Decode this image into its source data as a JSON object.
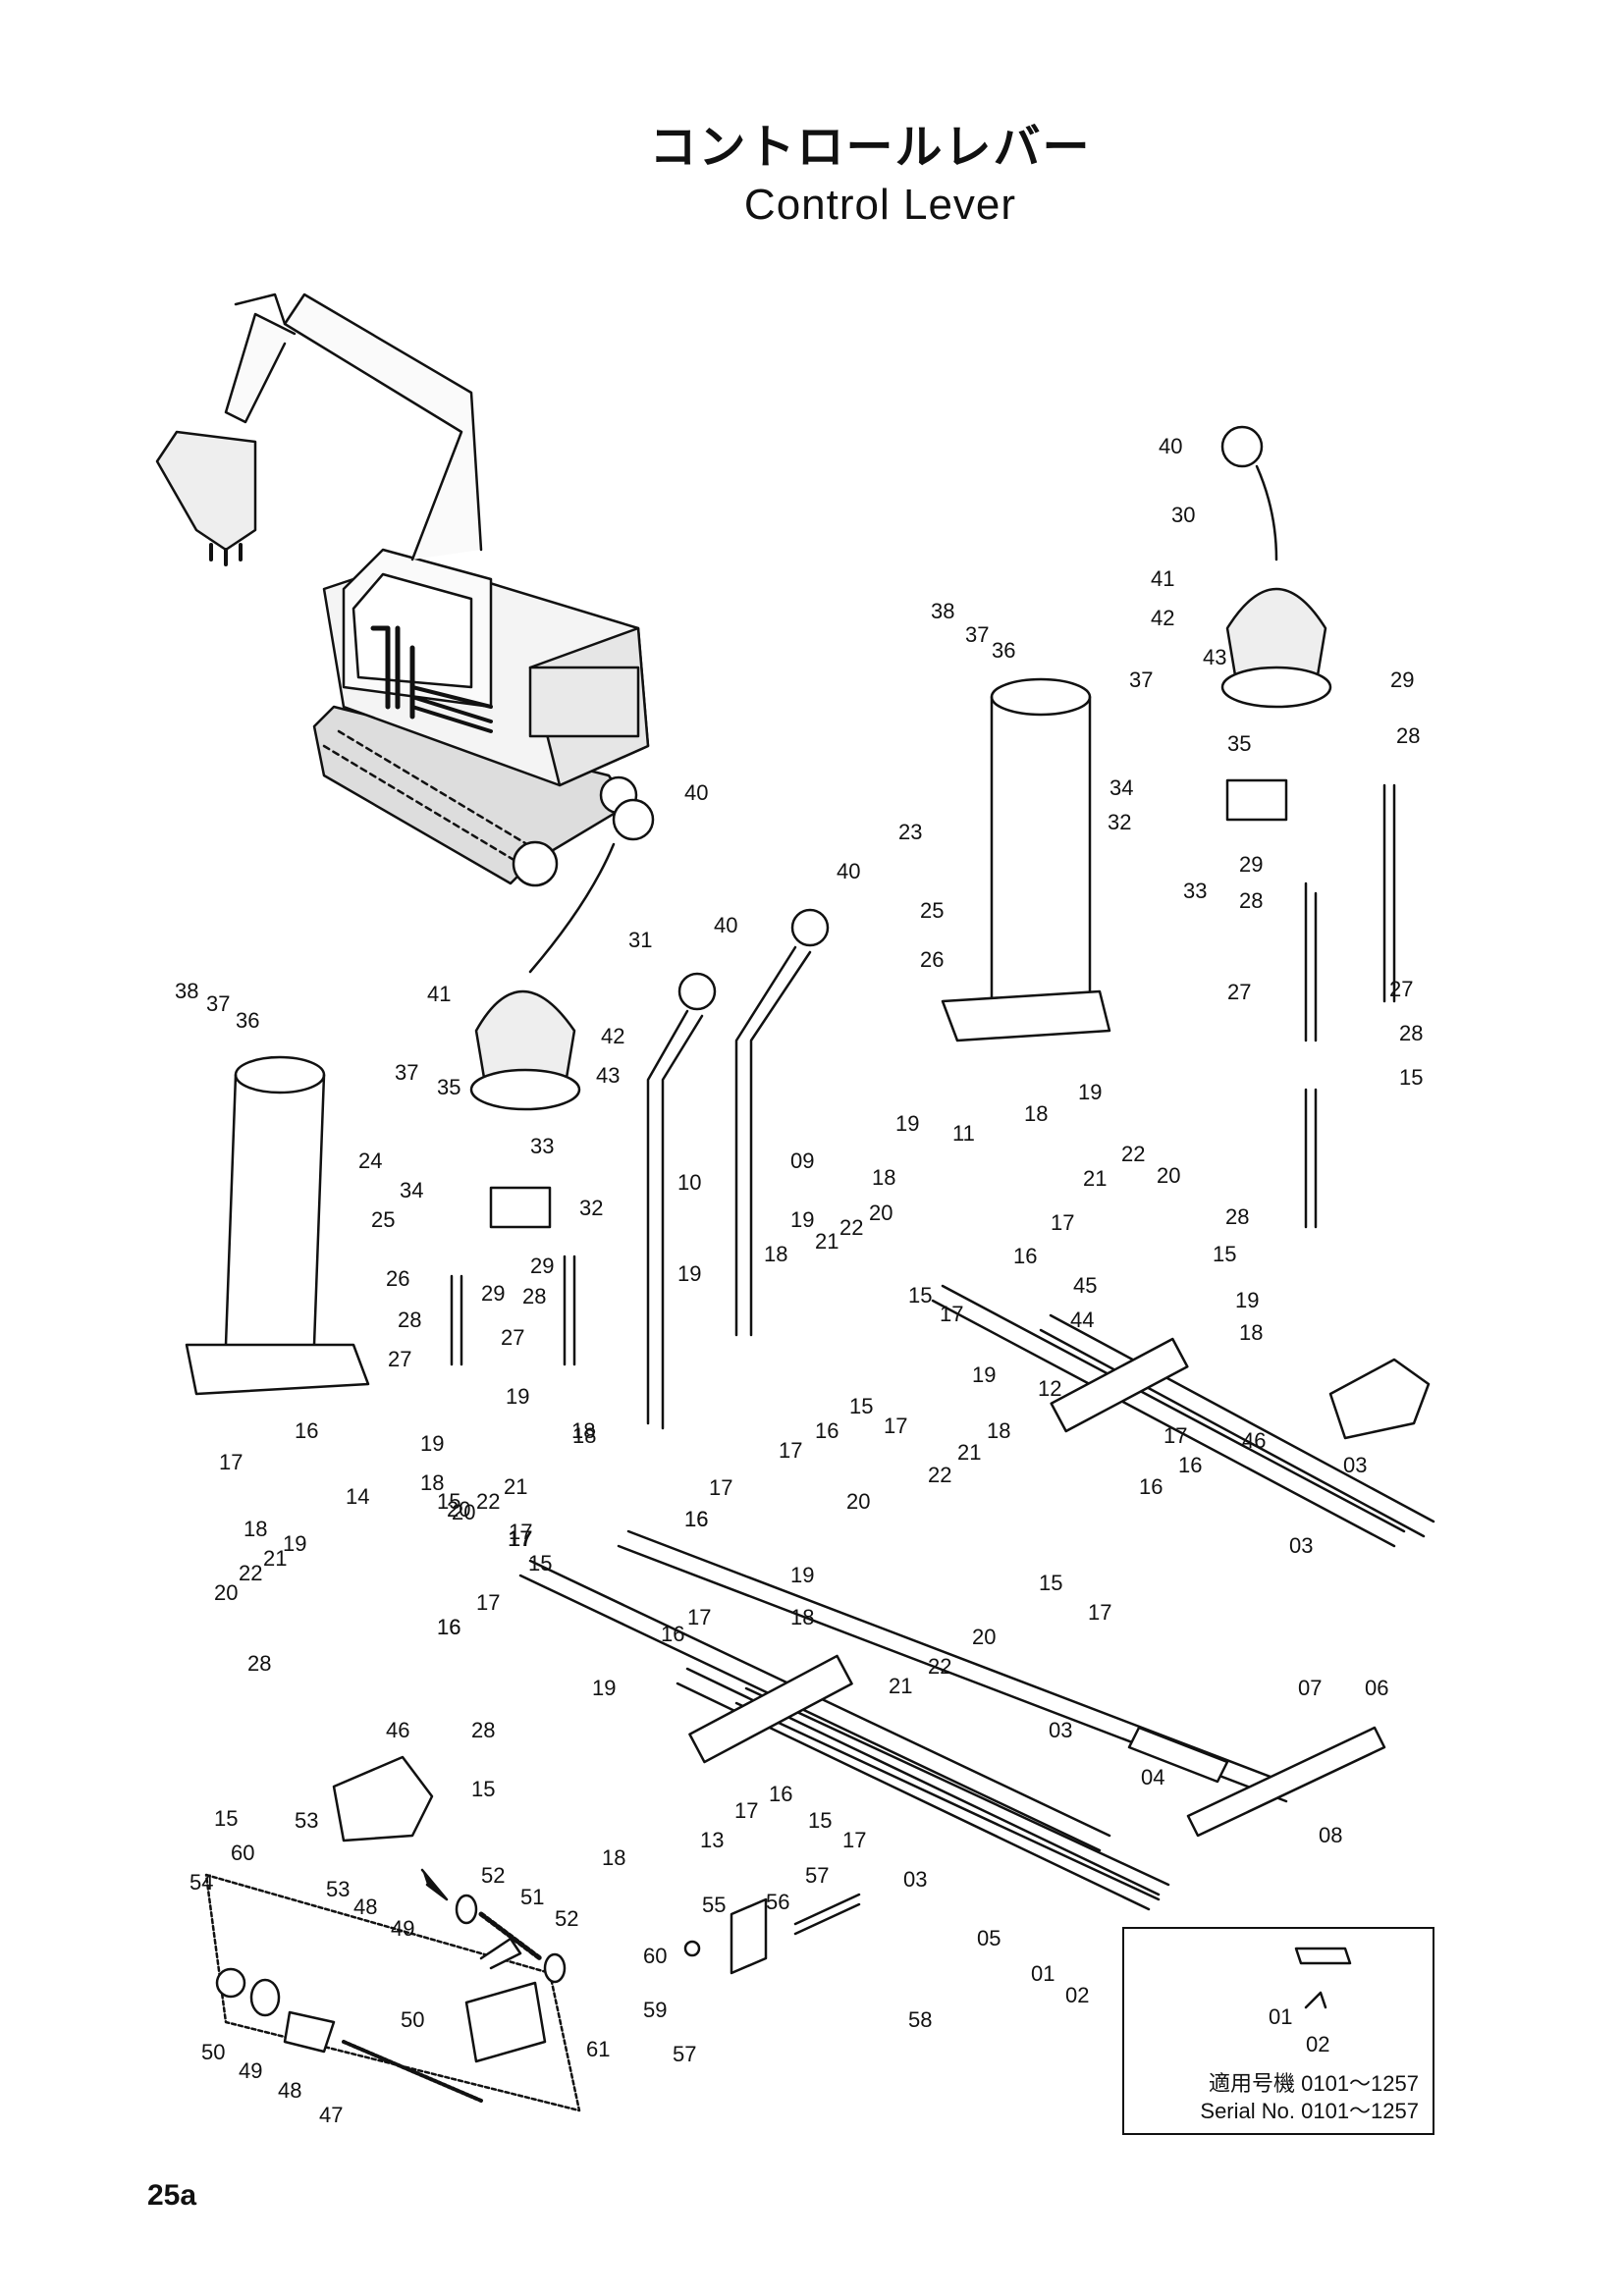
{
  "title": {
    "japanese": "コントロールレバー",
    "english": "Control Lever"
  },
  "callouts": [
    {
      "id": "c-40a",
      "text": "40"
    },
    {
      "id": "c-30",
      "text": "30"
    },
    {
      "id": "c-41a",
      "text": "41"
    },
    {
      "id": "c-42a",
      "text": "42"
    },
    {
      "id": "c-43a",
      "text": "43"
    },
    {
      "id": "c-29a",
      "text": "29"
    },
    {
      "id": "c-28a",
      "text": "28"
    },
    {
      "id": "c-35a",
      "text": "35"
    },
    {
      "id": "c-37a",
      "text": "37"
    },
    {
      "id": "c-34a",
      "text": "34"
    },
    {
      "id": "c-32a",
      "text": "32"
    },
    {
      "id": "c-29b",
      "text": "29"
    },
    {
      "id": "c-33a",
      "text": "33"
    },
    {
      "id": "c-28b",
      "text": "28"
    },
    {
      "id": "c-38a",
      "text": "38"
    },
    {
      "id": "c-37b",
      "text": "37"
    },
    {
      "id": "c-36a",
      "text": "36"
    },
    {
      "id": "c-23",
      "text": "23"
    },
    {
      "id": "c-25a",
      "text": "25"
    },
    {
      "id": "c-26a",
      "text": "26"
    },
    {
      "id": "c-27a",
      "text": "27"
    },
    {
      "id": "c-27b",
      "text": "27"
    },
    {
      "id": "c-28c",
      "text": "28"
    },
    {
      "id": "c-15a",
      "text": "15"
    },
    {
      "id": "c-28d",
      "text": "28"
    },
    {
      "id": "c-15b",
      "text": "15"
    },
    {
      "id": "c-40b",
      "text": "40"
    },
    {
      "id": "c-40c",
      "text": "40"
    },
    {
      "id": "c-40d",
      "text": "40"
    },
    {
      "id": "c-31",
      "text": "31"
    },
    {
      "id": "c-41b",
      "text": "41"
    },
    {
      "id": "c-42b",
      "text": "42"
    },
    {
      "id": "c-43b",
      "text": "43"
    },
    {
      "id": "c-38b",
      "text": "38"
    },
    {
      "id": "c-37c",
      "text": "37"
    },
    {
      "id": "c-36b",
      "text": "36"
    },
    {
      "id": "c-37d",
      "text": "37"
    },
    {
      "id": "c-35b",
      "text": "35"
    },
    {
      "id": "c-33b",
      "text": "33"
    },
    {
      "id": "c-34b",
      "text": "34"
    },
    {
      "id": "c-32b",
      "text": "32"
    },
    {
      "id": "c-24",
      "text": "24"
    },
    {
      "id": "c-25b",
      "text": "25"
    },
    {
      "id": "c-26b",
      "text": "26"
    },
    {
      "id": "c-28e",
      "text": "28"
    },
    {
      "id": "c-29c",
      "text": "29"
    },
    {
      "id": "c-29d",
      "text": "29"
    },
    {
      "id": "c-28f",
      "text": "28"
    },
    {
      "id": "c-27c",
      "text": "27"
    },
    {
      "id": "c-27d",
      "text": "27"
    },
    {
      "id": "c-10",
      "text": "10"
    },
    {
      "id": "c-09",
      "text": "09"
    },
    {
      "id": "c-19a",
      "text": "19"
    },
    {
      "id": "c-18a",
      "text": "18"
    },
    {
      "id": "c-19b",
      "text": "19"
    },
    {
      "id": "c-21a",
      "text": "21"
    },
    {
      "id": "c-22a",
      "text": "22"
    },
    {
      "id": "c-20a",
      "text": "20"
    },
    {
      "id": "c-18b",
      "text": "18"
    },
    {
      "id": "c-19c",
      "text": "19"
    },
    {
      "id": "c-16a",
      "text": "16"
    },
    {
      "id": "c-17a",
      "text": "17"
    },
    {
      "id": "c-11",
      "text": "11"
    },
    {
      "id": "c-19d",
      "text": "19"
    },
    {
      "id": "c-18c",
      "text": "18"
    },
    {
      "id": "c-22b",
      "text": "22"
    },
    {
      "id": "c-20b",
      "text": "20"
    },
    {
      "id": "c-21b",
      "text": "21"
    },
    {
      "id": "c-17b",
      "text": "17"
    },
    {
      "id": "c-16b",
      "text": "16"
    },
    {
      "id": "c-15c",
      "text": "15"
    },
    {
      "id": "c-17c",
      "text": "17"
    },
    {
      "id": "c-45",
      "text": "45"
    },
    {
      "id": "c-44",
      "text": "44"
    },
    {
      "id": "c-19e",
      "text": "19"
    },
    {
      "id": "c-18d",
      "text": "18"
    },
    {
      "id": "c-46a",
      "text": "46"
    },
    {
      "id": "c-03a",
      "text": "03"
    },
    {
      "id": "c-15d",
      "text": "15"
    },
    {
      "id": "c-17d",
      "text": "17"
    },
    {
      "id": "c-19f",
      "text": "19"
    },
    {
      "id": "c-12",
      "text": "12"
    },
    {
      "id": "c-18e",
      "text": "18"
    },
    {
      "id": "c-16c",
      "text": "16"
    },
    {
      "id": "c-21c",
      "text": "21"
    },
    {
      "id": "c-17e",
      "text": "17"
    },
    {
      "id": "c-22c",
      "text": "22"
    },
    {
      "id": "c-16d",
      "text": "16"
    },
    {
      "id": "c-20c",
      "text": "20"
    },
    {
      "id": "c-15e",
      "text": "15"
    },
    {
      "id": "c-17f",
      "text": "17"
    },
    {
      "id": "c-03b",
      "text": "03"
    },
    {
      "id": "c-19g",
      "text": "19"
    },
    {
      "id": "c-18f",
      "text": "18"
    },
    {
      "id": "c-18g",
      "text": "18"
    },
    {
      "id": "c-17g",
      "text": "17"
    },
    {
      "id": "c-16e",
      "text": "16"
    },
    {
      "id": "c-17h",
      "text": "17"
    },
    {
      "id": "c-16f",
      "text": "16"
    },
    {
      "id": "c-17i",
      "text": "17"
    },
    {
      "id": "c-19h",
      "text": "19"
    },
    {
      "id": "c-18h",
      "text": "18"
    },
    {
      "id": "c-22d",
      "text": "22"
    },
    {
      "id": "c-21d",
      "text": "21"
    },
    {
      "id": "c-20d",
      "text": "20"
    },
    {
      "id": "c-15f",
      "text": "15"
    },
    {
      "id": "c-17j",
      "text": "17"
    },
    {
      "id": "c-16g",
      "text": "16"
    },
    {
      "id": "c-14",
      "text": "14"
    },
    {
      "id": "c-19i",
      "text": "19"
    },
    {
      "id": "c-18i",
      "text": "18"
    },
    {
      "id": "c-22e",
      "text": "22"
    },
    {
      "id": "c-21e",
      "text": "21"
    },
    {
      "id": "c-20e",
      "text": "20"
    },
    {
      "id": "c-17k",
      "text": "17"
    },
    {
      "id": "c-16h",
      "text": "16"
    },
    {
      "id": "c-15g",
      "text": "15"
    },
    {
      "id": "c-17l",
      "text": "17"
    },
    {
      "id": "c-16i",
      "text": "16"
    },
    {
      "id": "c-20f",
      "text": "20"
    },
    {
      "id": "c-19j",
      "text": "19"
    },
    {
      "id": "c-18j",
      "text": "18"
    },
    {
      "id": "c-20g",
      "text": "20"
    },
    {
      "id": "c-21f",
      "text": "21"
    },
    {
      "id": "c-22f",
      "text": "22"
    },
    {
      "id": "c-16j",
      "text": "16"
    },
    {
      "id": "c-17m",
      "text": "17"
    },
    {
      "id": "c-28g",
      "text": "28"
    },
    {
      "id": "c-28h",
      "text": "28"
    },
    {
      "id": "c-19k",
      "text": "19"
    },
    {
      "id": "c-15h",
      "text": "15"
    },
    {
      "id": "c-15i",
      "text": "15"
    },
    {
      "id": "c-18k",
      "text": "18"
    },
    {
      "id": "c-13",
      "text": "13"
    },
    {
      "id": "c-17n",
      "text": "17"
    },
    {
      "id": "c-16k",
      "text": "16"
    },
    {
      "id": "c-15j",
      "text": "15"
    },
    {
      "id": "c-17o",
      "text": "17"
    },
    {
      "id": "c-03c",
      "text": "03"
    },
    {
      "id": "c-03d",
      "text": "03"
    },
    {
      "id": "c-05",
      "text": "05"
    },
    {
      "id": "c-04",
      "text": "04"
    },
    {
      "id": "c-07",
      "text": "07"
    },
    {
      "id": "c-06",
      "text": "06"
    },
    {
      "id": "c-08",
      "text": "08"
    },
    {
      "id": "c-01a",
      "text": "01"
    },
    {
      "id": "c-02a",
      "text": "02"
    },
    {
      "id": "c-46b",
      "text": "46"
    },
    {
      "id": "c-53a",
      "text": "53"
    },
    {
      "id": "c-60a",
      "text": "60"
    },
    {
      "id": "c-54",
      "text": "54"
    },
    {
      "id": "c-53b",
      "text": "53"
    },
    {
      "id": "c-48a",
      "text": "48"
    },
    {
      "id": "c-49a",
      "text": "49"
    },
    {
      "id": "c-52a",
      "text": "52"
    },
    {
      "id": "c-51",
      "text": "51"
    },
    {
      "id": "c-52b",
      "text": "52"
    },
    {
      "id": "c-50a",
      "text": "50"
    },
    {
      "id": "c-61",
      "text": "61"
    },
    {
      "id": "c-50b",
      "text": "50"
    },
    {
      "id": "c-49b",
      "text": "49"
    },
    {
      "id": "c-48b",
      "text": "48"
    },
    {
      "id": "c-47",
      "text": "47"
    },
    {
      "id": "c-55",
      "text": "55"
    },
    {
      "id": "c-56",
      "text": "56"
    },
    {
      "id": "c-57a",
      "text": "57"
    },
    {
      "id": "c-60b",
      "text": "60"
    },
    {
      "id": "c-59",
      "text": "59"
    },
    {
      "id": "c-57b",
      "text": "57"
    },
    {
      "id": "c-58",
      "text": "58"
    },
    {
      "id": "c-01b",
      "text": "01"
    },
    {
      "id": "c-02b",
      "text": "02"
    }
  ],
  "serial_box": {
    "jp_label": "適用号機",
    "jp_range": "0101～1257",
    "en_label": "Serial No.",
    "en_range": "0101～1257"
  },
  "page_number": "25a"
}
